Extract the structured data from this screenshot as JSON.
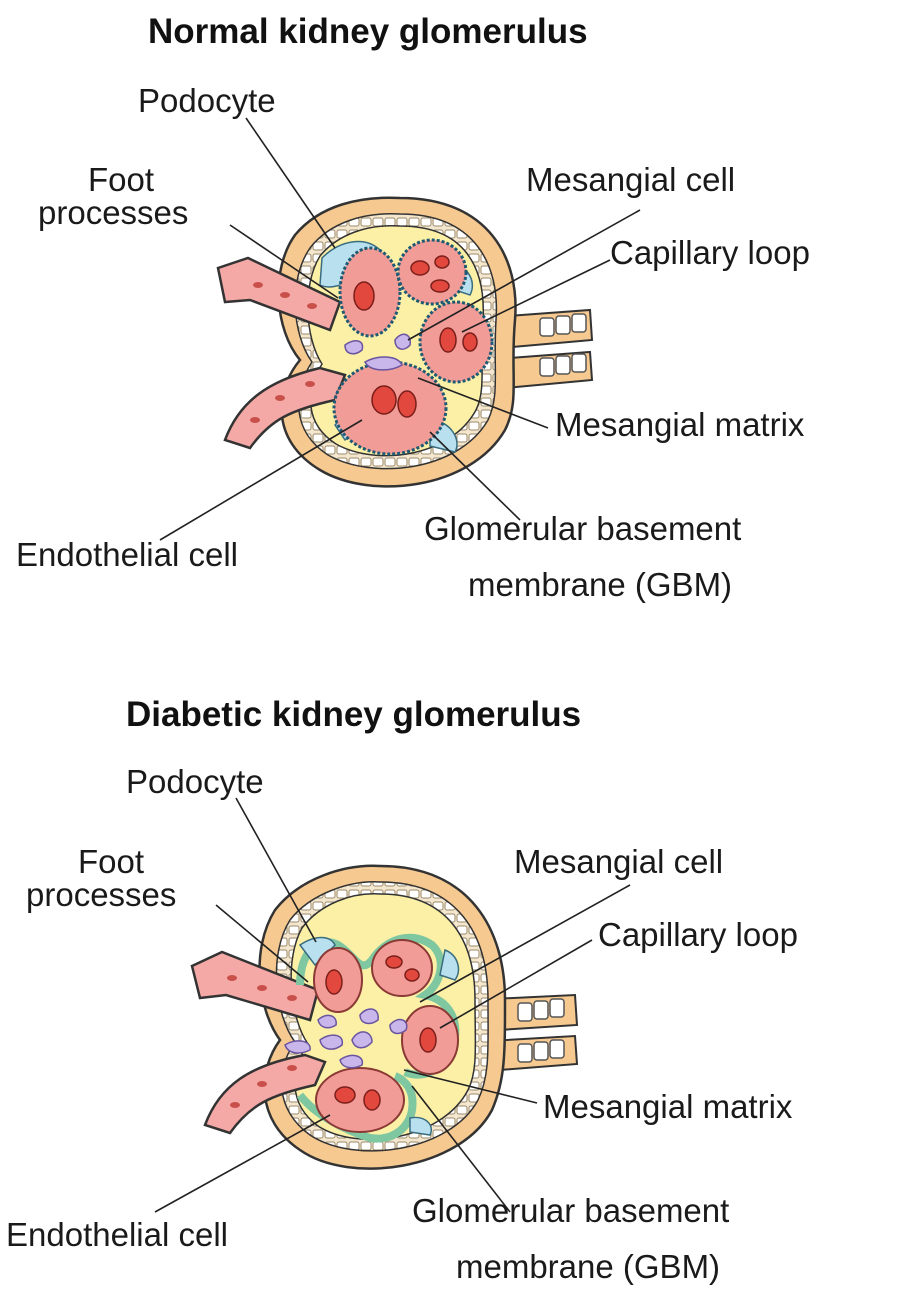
{
  "panels": [
    {
      "title": "Normal kidney glomerulus",
      "labels": {
        "podocyte": "Podocyte",
        "foot_processes_1": "Foot",
        "foot_processes_2": "processes",
        "mesangial_cell": "Mesangial cell",
        "capillary_loop": "Capillary loop",
        "mesangial_matrix": "Mesangial matrix",
        "endothelial_cell": "Endothelial cell",
        "gbm_1": "Glomerular basement",
        "gbm_2": "membrane (GBM)"
      }
    },
    {
      "title": "Diabetic kidney glomerulus",
      "labels": {
        "podocyte": "Podocyte",
        "foot_processes_1": "Foot",
        "foot_processes_2": "processes",
        "mesangial_cell": "Mesangial cell",
        "capillary_loop": "Capillary loop",
        "mesangial_matrix": "Mesangial matrix",
        "endothelial_cell": "Endothelial cell",
        "gbm_1": "Glomerular basement",
        "gbm_2": "membrane (GBM)"
      }
    }
  ],
  "colors": {
    "capsule_outer": "#f6c990",
    "capsule_inner": "#fbf0a6",
    "capillary": "#f29c98",
    "nucleus": "#e2483d",
    "podocyte": "#b9e0ef",
    "mesangial": "#c9b6ea",
    "gbm_thick": "#7fc7a0",
    "vessel": "#f4a9a6"
  }
}
